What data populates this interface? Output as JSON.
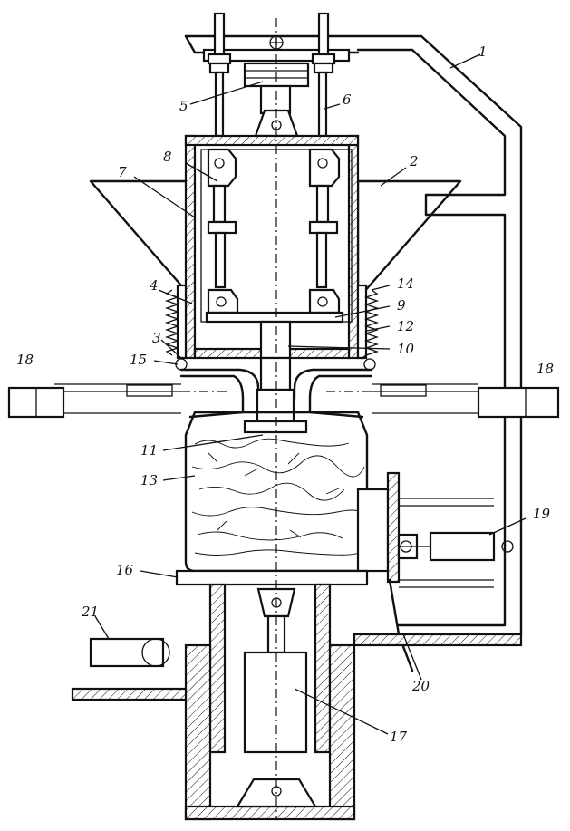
{
  "labels": {
    "l1": "1",
    "l2": "2",
    "l3": "3",
    "l4": "4",
    "l5": "5",
    "l6": "6",
    "l7": "7",
    "l8": "8",
    "l9": "9",
    "l10": "10",
    "l11": "11",
    "l12": "12",
    "l13": "13",
    "l14": "14",
    "l15": "15",
    "l16": "16",
    "l17": "17",
    "l18a": "18",
    "l18b": "18",
    "l19": "19",
    "l20": "20",
    "l21": "21"
  },
  "colors": {
    "ink": "#111111",
    "paper": "#ffffff"
  }
}
